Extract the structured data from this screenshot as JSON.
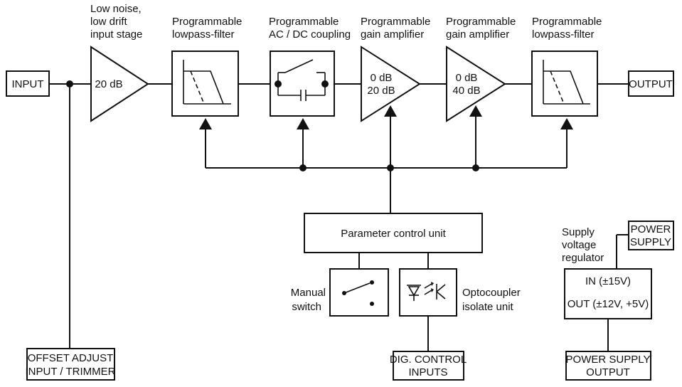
{
  "blocks": {
    "input": "INPUT",
    "output": "OUTPUT",
    "preamp": {
      "caption": [
        "Low noise,",
        "low drift",
        "input stage"
      ],
      "gain": "20 dB"
    },
    "lpf1": {
      "caption": [
        "Programmable",
        "lowpass-filter"
      ]
    },
    "coupling": {
      "caption": [
        "Programmable",
        "AC / DC coupling"
      ]
    },
    "pga1": {
      "caption": [
        "Programmable",
        "gain amplifier"
      ],
      "gains": [
        "0 dB",
        "20 dB"
      ]
    },
    "pga2": {
      "caption": [
        "Programmable",
        "gain amplifier"
      ],
      "gains": [
        "0 dB",
        "40 dB"
      ]
    },
    "lpf2": {
      "caption": [
        "Programmable",
        "lowpass-filter"
      ]
    },
    "pcu": "Parameter control unit",
    "manual_switch": [
      "Manual",
      "switch"
    ],
    "optocoupler": [
      "Optocoupler",
      "isolate unit"
    ],
    "dig_control": [
      "DIG. CONTROL",
      "INPUTS"
    ],
    "offset": [
      "OFFSET ADJUST",
      "INPUT / TRIMMER"
    ],
    "regulator": {
      "caption": [
        "Supply",
        "voltage",
        "regulator"
      ],
      "in": "IN (±15V)",
      "out": "OUT (±12V, +5V)"
    },
    "power_supply": [
      "POWER",
      "SUPPLY"
    ],
    "power_supply_output": [
      "POWER SUPPLY",
      "OUTPUT"
    ]
  }
}
